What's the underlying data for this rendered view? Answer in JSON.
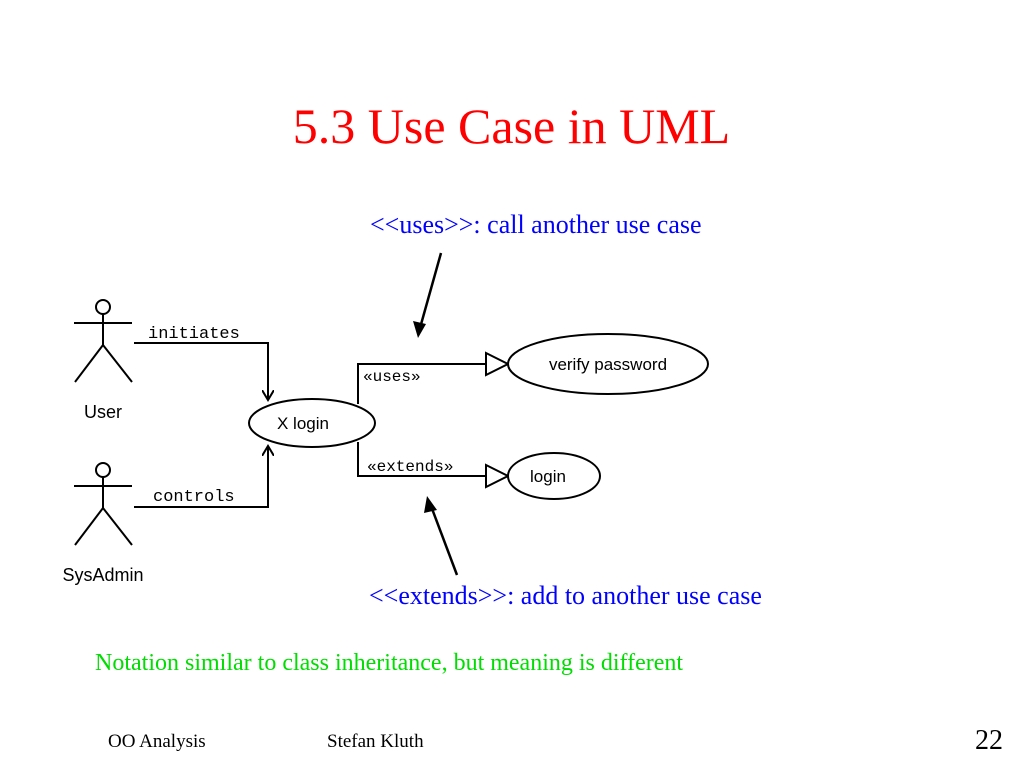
{
  "slide": {
    "title": "5.3 Use Case in UML",
    "annotation_uses": "<<uses>>: call another use case",
    "annotation_extends": "<<extends>>: add to another use case",
    "note": "Notation similar to class inheritance, but meaning is different",
    "footer_left": "OO Analysis",
    "footer_center": "Stefan Kluth",
    "page_number": "22"
  },
  "colors": {
    "title": "#ff0000",
    "annotation": "#0000ff",
    "note": "#00dd00",
    "diagram_stroke": "#000000"
  },
  "diagram": {
    "actors": [
      {
        "label": "User"
      },
      {
        "label": "SysAdmin"
      }
    ],
    "use_cases": [
      {
        "label": "X login"
      },
      {
        "label": "verify password"
      },
      {
        "label": "login"
      }
    ],
    "associations": [
      {
        "label": "initiates"
      },
      {
        "label": "controls"
      }
    ],
    "relations": [
      {
        "label": "«uses»"
      },
      {
        "label": "«extends»"
      }
    ]
  }
}
